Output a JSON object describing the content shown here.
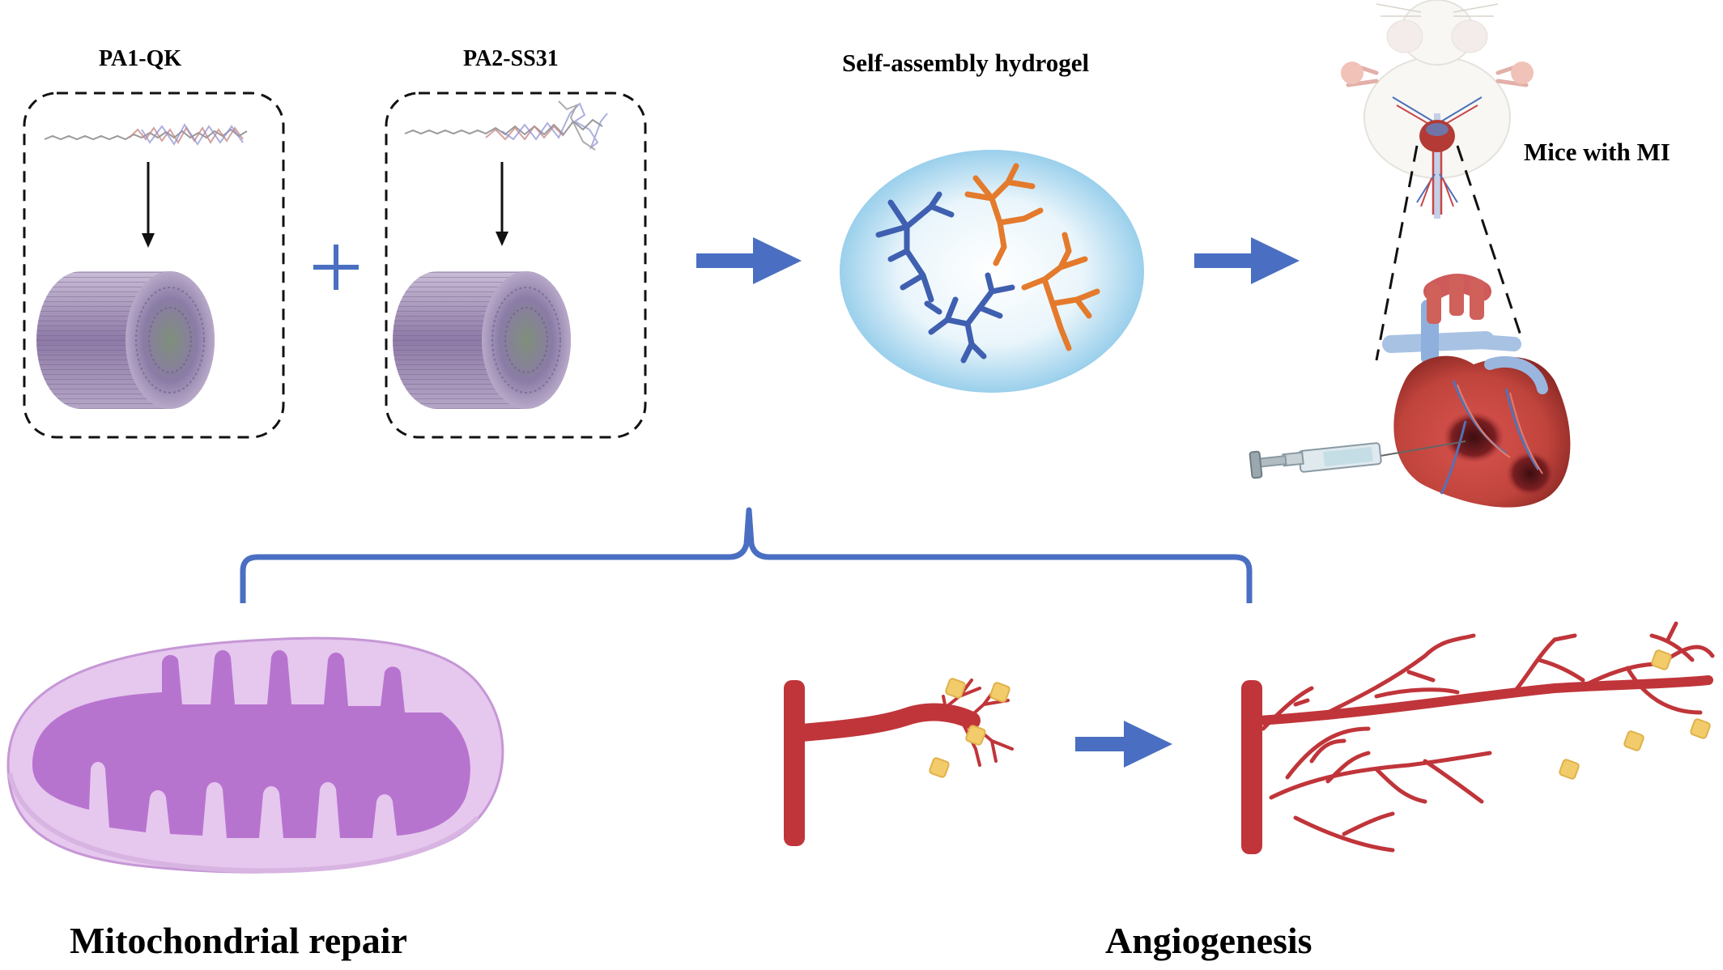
{
  "labels": {
    "pa1": "PA1-QK",
    "pa2": "PA2-SS31",
    "hydrogel": "Self-assembly hydrogel",
    "mice": "Mice with MI",
    "mito": "Mitochondrial repair",
    "angio": "Angiogenesis"
  },
  "colors": {
    "arrow_blue": "#4a6fc2",
    "bracket_blue": "#4a6fc2",
    "fiber_blue": "#3f5fb0",
    "fiber_orange": "#e47a2c",
    "mito_outer": "#e6c7ee",
    "mito_inner": "#b774cf",
    "vessel_red": "#c0353a",
    "vegf_yellow": "#f2cc6a",
    "nanofiber_purple": "#8c7aa8"
  },
  "icons": {
    "plus": "plus-icon",
    "syringe": "syringe-icon",
    "mouse": "mouse-icon",
    "heart": "heart-icon",
    "mitochondrion": "mitochondrion-icon"
  }
}
